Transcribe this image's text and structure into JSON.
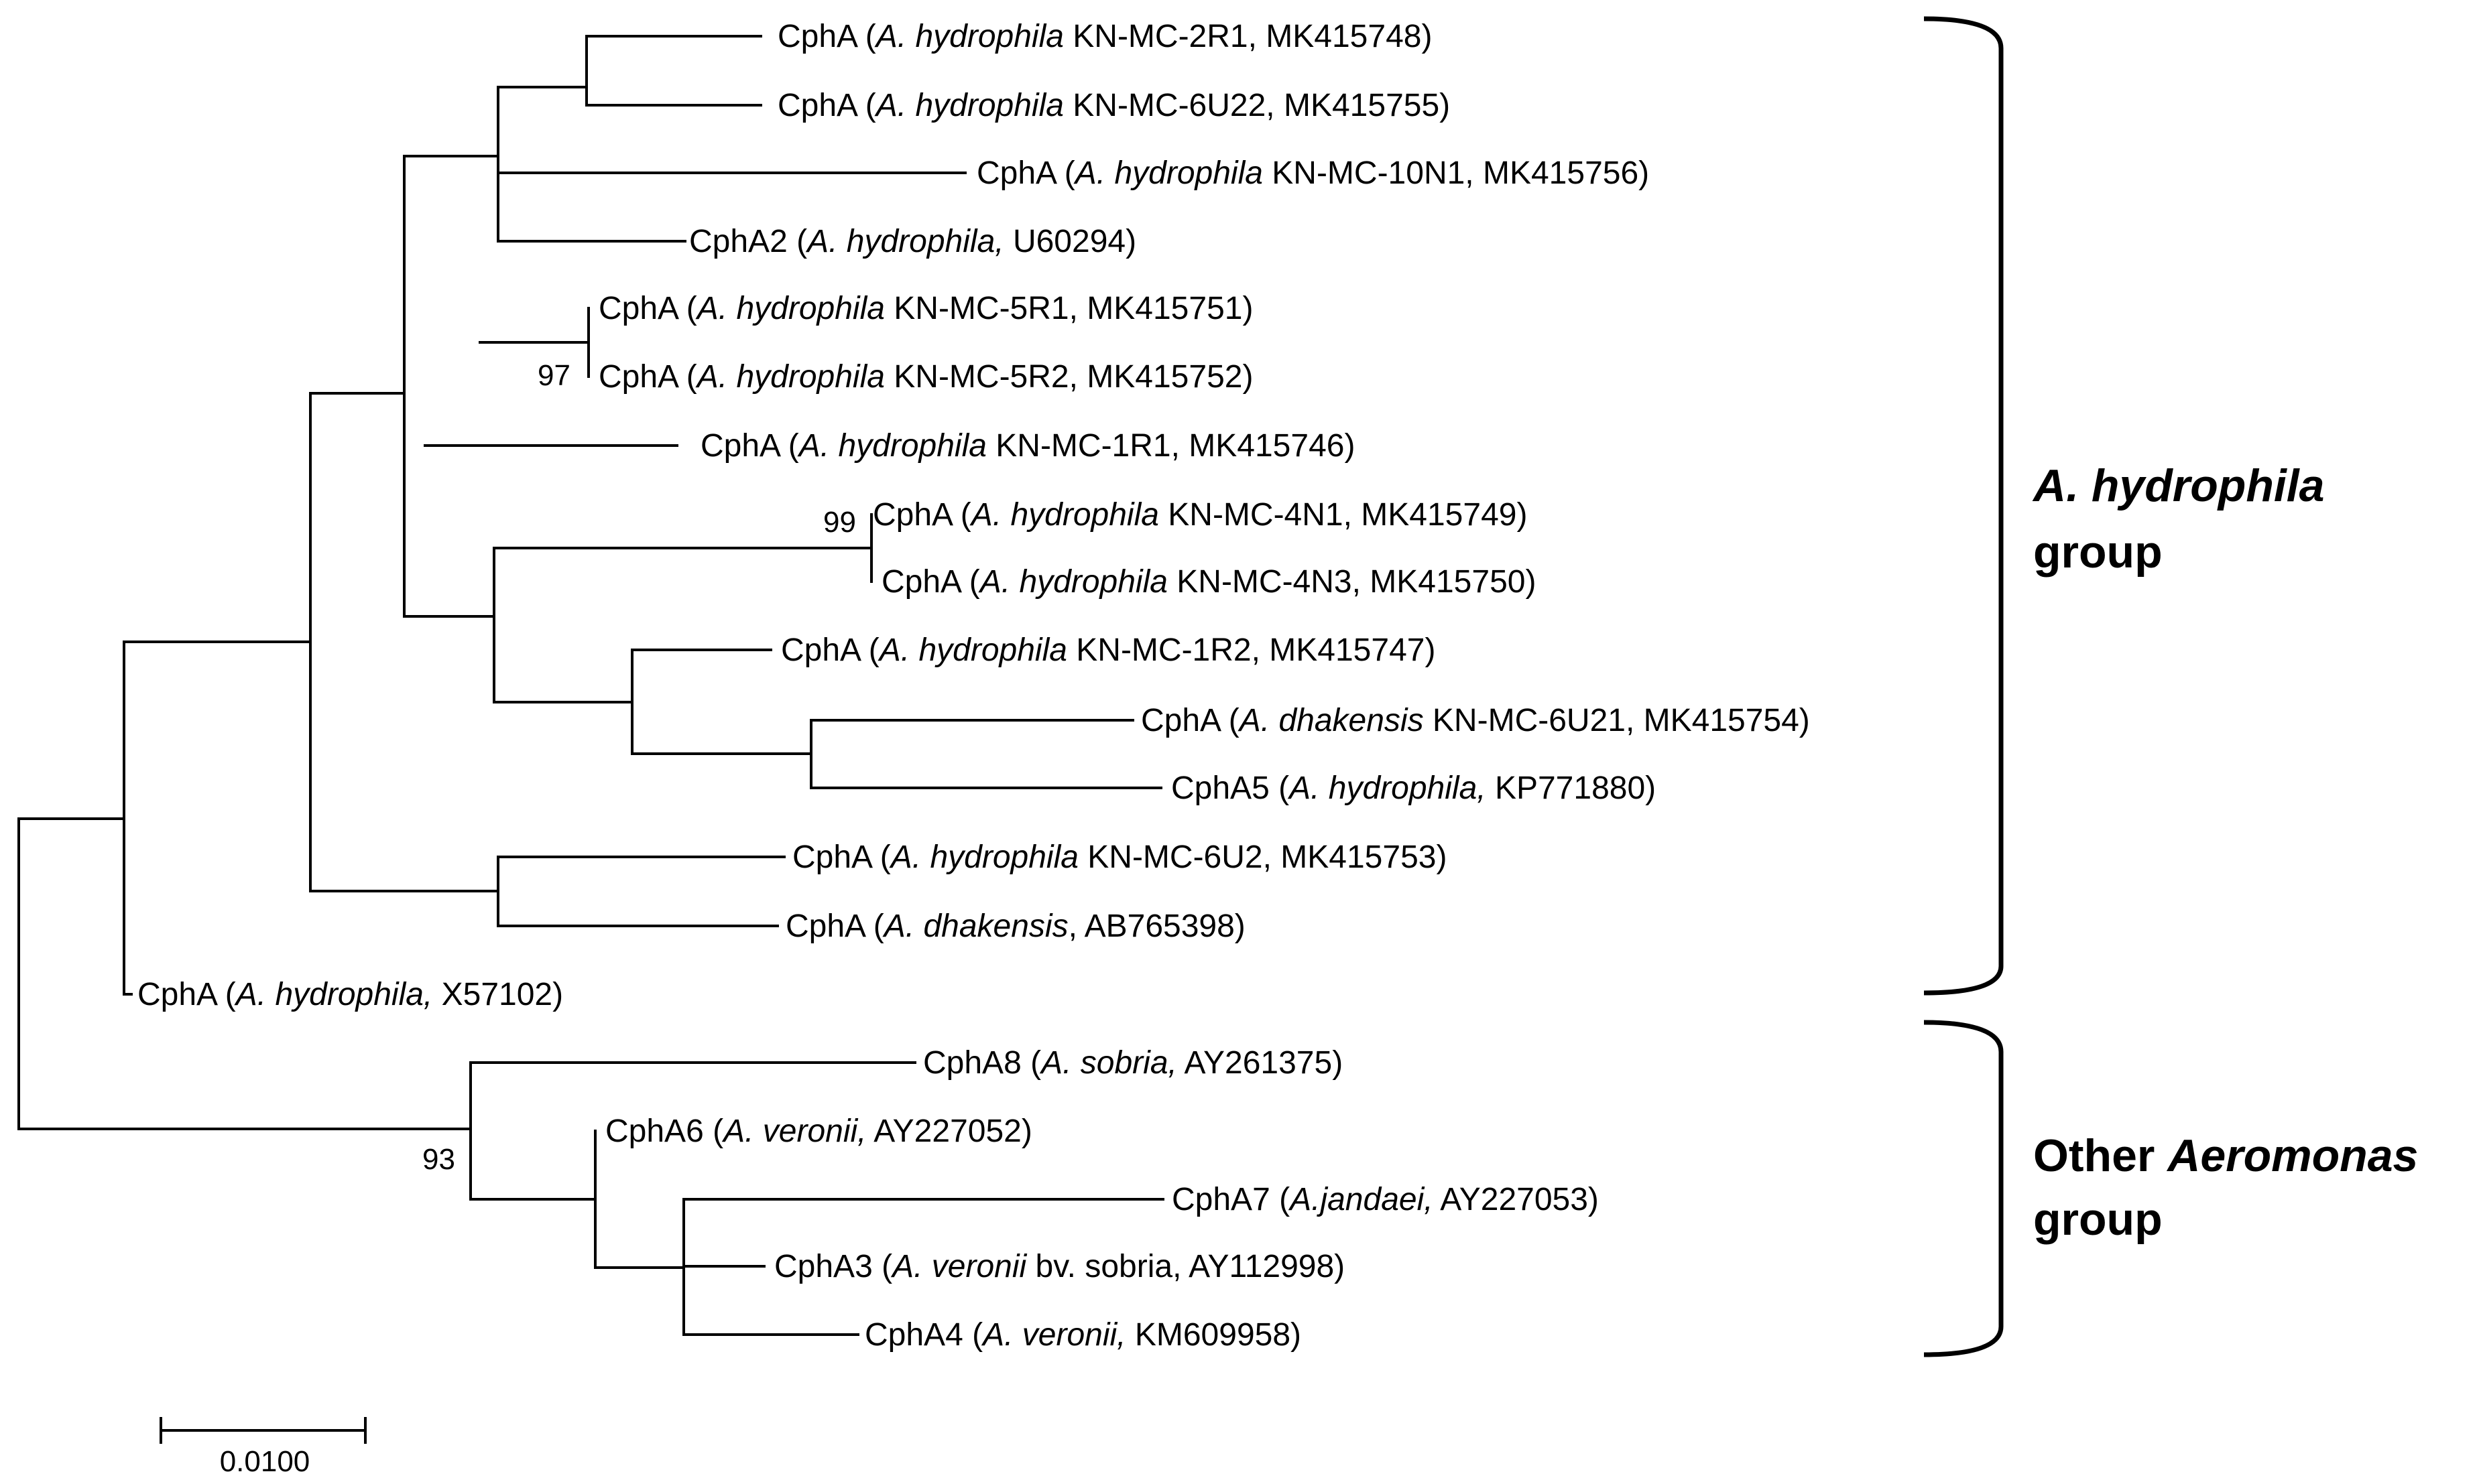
{
  "leaves": [
    {
      "id": "L1",
      "pre": "CphA (",
      "sp": "A. hydrophila",
      "post": " KN-MC-2R1, MK415748)"
    },
    {
      "id": "L2",
      "pre": "CphA (",
      "sp": "A. hydrophila",
      "post": " KN-MC-6U22, MK415755)"
    },
    {
      "id": "L3",
      "pre": "CphA (",
      "sp": "A. hydrophila",
      "post": " KN-MC-10N1, MK415756)"
    },
    {
      "id": "L4",
      "pre": "CphA2 (",
      "sp": "A. hydrophila,",
      "post": " U60294)"
    },
    {
      "id": "L5",
      "pre": "CphA (",
      "sp": "A. hydrophila",
      "post": " KN-MC-5R1, MK415751)"
    },
    {
      "id": "L6",
      "pre": "CphA (",
      "sp": "A. hydrophila",
      "post": " KN-MC-5R2, MK415752)"
    },
    {
      "id": "L7",
      "pre": "CphA (",
      "sp": "A. hydrophila",
      "post": " KN-MC-1R1, MK415746)"
    },
    {
      "id": "L8",
      "pre": "CphA (",
      "sp": "A. hydrophila",
      "post": " KN-MC-4N1, MK415749)"
    },
    {
      "id": "L9",
      "pre": "CphA (",
      "sp": "A. hydrophila",
      "post": " KN-MC-4N3, MK415750)"
    },
    {
      "id": "L10",
      "pre": "CphA (",
      "sp": "A. hydrophila",
      "post": " KN-MC-1R2, MK415747)"
    },
    {
      "id": "L11",
      "pre": "CphA (",
      "sp": "A. dhakensis",
      "post": " KN-MC-6U21, MK415754)"
    },
    {
      "id": "L12",
      "pre": "CphA5 (",
      "sp": "A. hydrophila,",
      "post": " KP771880)"
    },
    {
      "id": "L13",
      "pre": "CphA (",
      "sp": "A. hydrophila",
      "post": " KN-MC-6U2, MK415753)"
    },
    {
      "id": "L14",
      "pre": "CphA (",
      "sp": "A. dhakensis",
      "post": ", AB765398)"
    },
    {
      "id": "L15",
      "pre": "CphA (",
      "sp": "A. hydrophila,",
      "post": " X57102)"
    },
    {
      "id": "L16",
      "pre": "CphA8 (",
      "sp": "A. sobria,",
      "post": " AY261375)"
    },
    {
      "id": "L17",
      "pre": "CphA6 (",
      "sp": "A. veronii,",
      "post": " AY227052)"
    },
    {
      "id": "L18",
      "pre": "CphA7 (",
      "sp": "A.jandaei,",
      "post": " AY227053)"
    },
    {
      "id": "L19",
      "pre": "CphA3 (",
      "sp": "A. veronii",
      "post": " bv. sobria, AY112998)"
    },
    {
      "id": "L20",
      "pre": "CphA4 (",
      "sp": "A. veronii,",
      "post": " KM609958)"
    }
  ],
  "bootstrap": [
    "97",
    "99",
    "93"
  ],
  "groups": {
    "hydrophila": {
      "line1_italic": "A. hydrophila",
      "line2": "group"
    },
    "other": {
      "line1_plain": "Other ",
      "line1_italic": "Aeromonas",
      "line2": "group"
    }
  },
  "scale_bar": {
    "label": "0.0100"
  }
}
